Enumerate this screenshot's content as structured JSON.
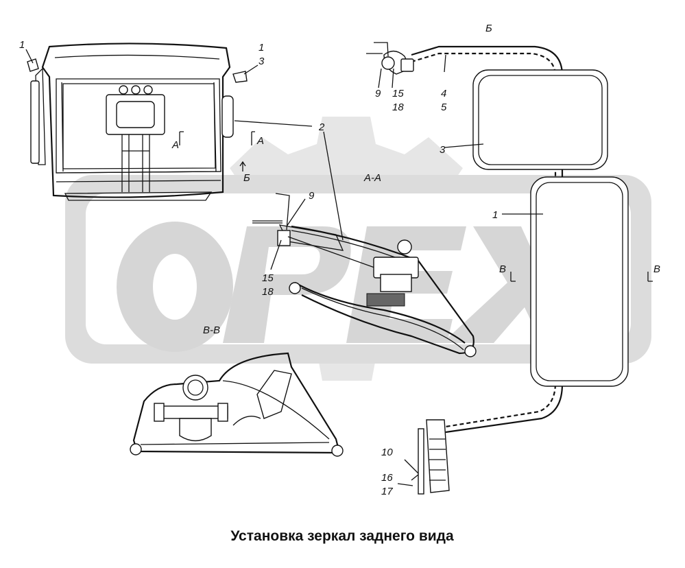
{
  "title": "Установка зеркал заднего вида",
  "watermark": {
    "text": "OPEX",
    "color": "#d0d0d0"
  },
  "section_labels": {
    "aa": "А-А",
    "bb": "В-В",
    "b": "Б"
  },
  "callouts": {
    "c1": "1",
    "c1b": "1",
    "c3": "3",
    "c2": "2",
    "c9": "9",
    "c15": "15",
    "c18": "18",
    "c4": "4",
    "c5": "5",
    "c3b": "3",
    "c1c": "1",
    "c9b": "9",
    "c15b": "15",
    "c18b": "18",
    "c10": "10",
    "c16": "16",
    "c17": "17"
  },
  "view_marks": {
    "a_left": "А",
    "a_right": "А",
    "b_arrow": "Б",
    "v_left": "В",
    "v_right": "В"
  }
}
